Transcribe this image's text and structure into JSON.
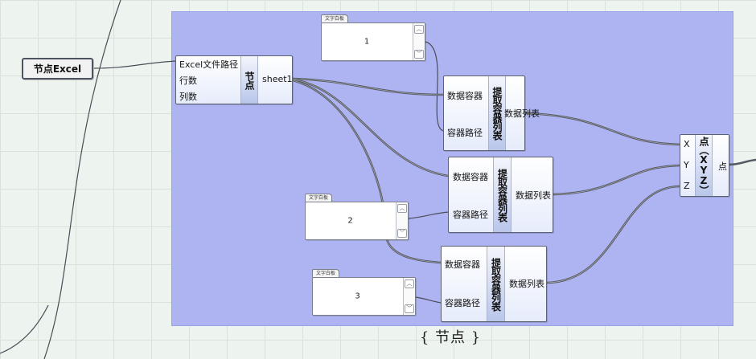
{
  "group": {
    "label": "{ 节点 }",
    "color": "#aeb4f2"
  },
  "excel_node": {
    "label": "节点Excel"
  },
  "node_component": {
    "title": "节点",
    "inputs": [
      "Excel文件路径",
      "行数",
      "列数"
    ],
    "output": "sheet1"
  },
  "text_panels": [
    {
      "tab": "文字白板",
      "value": "1"
    },
    {
      "tab": "文字白板",
      "value": "2"
    },
    {
      "tab": "文字白板",
      "value": "3"
    }
  ],
  "extract_components": [
    {
      "title": "提取容器列表",
      "inputs": [
        "数据容器",
        "容器路径"
      ],
      "output": "数据列表"
    },
    {
      "title": "提取容器列表",
      "inputs": [
        "数据容器",
        "容器路径"
      ],
      "output": "数据列表"
    },
    {
      "title": "提取容器列表",
      "inputs": [
        "数据容器",
        "容器路径"
      ],
      "output": "数据列表"
    }
  ],
  "point_component": {
    "title": "点（XYZ）",
    "inputs": [
      "X",
      "Y",
      "Z"
    ],
    "output": "点"
  },
  "colors": {
    "wire": "#4a4d55",
    "group_fill": "#aeb4f2",
    "canvas": "#edf3ee"
  }
}
